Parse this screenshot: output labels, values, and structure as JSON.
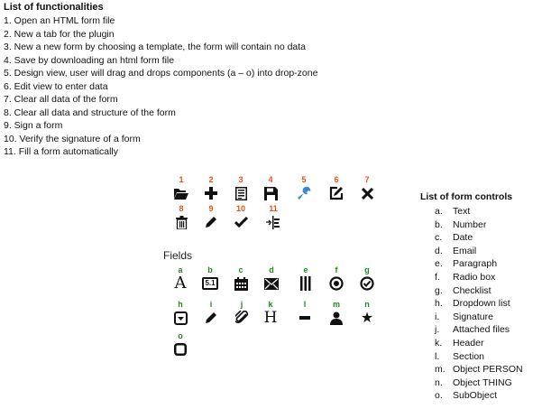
{
  "functionalities": {
    "title": "List of functionalities",
    "items": [
      "1. Open an HTML form file",
      "2. New a tab for the plugin",
      "3. New a new form by choosing a template, the form will contain no data",
      "4. Save by downloading an html form file",
      "5. Design view, user will drag and drops components (a – o) into drop-zone",
      "6. Edit view to enter data",
      "7. Clear all data of the form",
      "8. Clear all data and structure of the form",
      "9. Sign a form",
      "10. Verify the signature of a form",
      "11. Fill a form automatically"
    ]
  },
  "toolbar_icons": [
    {
      "num": "1",
      "icon": "folder-open-icon"
    },
    {
      "num": "2",
      "icon": "plus-icon"
    },
    {
      "num": "3",
      "icon": "form-document-icon"
    },
    {
      "num": "4",
      "icon": "floppy-save-icon"
    },
    {
      "num": "5",
      "icon": "wrench-icon"
    },
    {
      "num": "6",
      "icon": "edit-square-icon"
    },
    {
      "num": "7",
      "icon": "close-x-icon"
    },
    {
      "num": "8",
      "icon": "trash-icon"
    },
    {
      "num": "9",
      "icon": "pencil-icon"
    },
    {
      "num": "10",
      "icon": "checkmark-icon"
    },
    {
      "num": "11",
      "icon": "auto-fill-icon"
    }
  ],
  "fields": {
    "label": "Fields",
    "items": [
      {
        "letter": "a",
        "icon": "text-icon",
        "glyph": "A"
      },
      {
        "letter": "b",
        "icon": "number-icon",
        "glyph": "5.1"
      },
      {
        "letter": "c",
        "icon": "calendar-icon"
      },
      {
        "letter": "d",
        "icon": "email-icon"
      },
      {
        "letter": "e",
        "icon": "paragraph-icon"
      },
      {
        "letter": "f",
        "icon": "radio-icon"
      },
      {
        "letter": "g",
        "icon": "checklist-icon"
      },
      {
        "letter": "h",
        "icon": "dropdown-icon"
      },
      {
        "letter": "i",
        "icon": "signature-icon"
      },
      {
        "letter": "j",
        "icon": "paperclip-icon"
      },
      {
        "letter": "k",
        "icon": "header-icon",
        "glyph": "H"
      },
      {
        "letter": "l",
        "icon": "section-icon"
      },
      {
        "letter": "m",
        "icon": "person-icon"
      },
      {
        "letter": "n",
        "icon": "star-icon",
        "glyph": "★"
      },
      {
        "letter": "o",
        "icon": "subobject-icon"
      }
    ]
  },
  "controls": {
    "title": "List of form controls",
    "items": [
      {
        "mark": "a.",
        "text": "Text"
      },
      {
        "mark": "b.",
        "text": "Number"
      },
      {
        "mark": "c.",
        "text": "Date"
      },
      {
        "mark": "d.",
        "text": "Email"
      },
      {
        "mark": "e.",
        "text": "Paragraph"
      },
      {
        "mark": "f.",
        "text": "Radio box"
      },
      {
        "mark": "g.",
        "text": "Checklist"
      },
      {
        "mark": "h.",
        "text": "Dropdown list"
      },
      {
        "mark": "i.",
        "text": "Signature"
      },
      {
        "mark": "j.",
        "text": "Attached files"
      },
      {
        "mark": "k.",
        "text": "Header"
      },
      {
        "mark": "l.",
        "text": "Section"
      },
      {
        "mark": "m.",
        "text": "Object PERSON"
      },
      {
        "mark": "n.",
        "text": "Object THING"
      },
      {
        "mark": "o.",
        "text": "SubObject"
      }
    ]
  },
  "colors": {
    "number_label": "#e0541c",
    "letter_label": "#1b8a1b",
    "icon": "#111111"
  }
}
